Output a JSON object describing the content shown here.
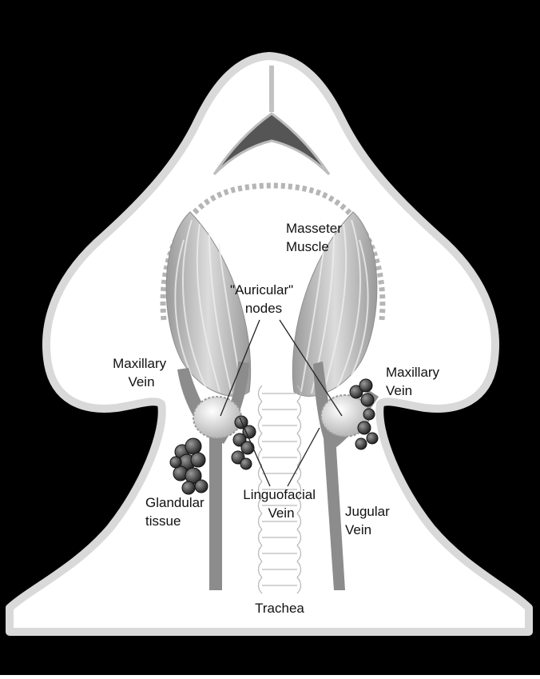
{
  "colors": {
    "background": "#000000",
    "outline": "#d9d9d9",
    "body_fill": "#ffffff",
    "muscle": "#b8b8b8",
    "vein": "#8c8c8c",
    "gland": "#3a3a3a",
    "lymph_node": "#e6e6e6",
    "trachea_line": "#bbbbbb",
    "dotted_line": "#b5b5b5"
  },
  "labels": {
    "masseter_line1": "Masseter",
    "masseter_line2": "Muscle",
    "auricular_line1": "\"Auricular\"",
    "auricular_line2": "nodes",
    "maxillary_left_line1": "Maxillary",
    "maxillary_left_line2": "Vein",
    "maxillary_right_line1": "Maxillary",
    "maxillary_right_line2": "Vein",
    "glandular_line1": "Glandular",
    "glandular_line2": "tissue",
    "linguofacial_line1": "Linguofacial",
    "linguofacial_line2": "Vein",
    "jugular_line1": "Jugular",
    "jugular_line2": "Vein",
    "trachea": "Trachea"
  }
}
